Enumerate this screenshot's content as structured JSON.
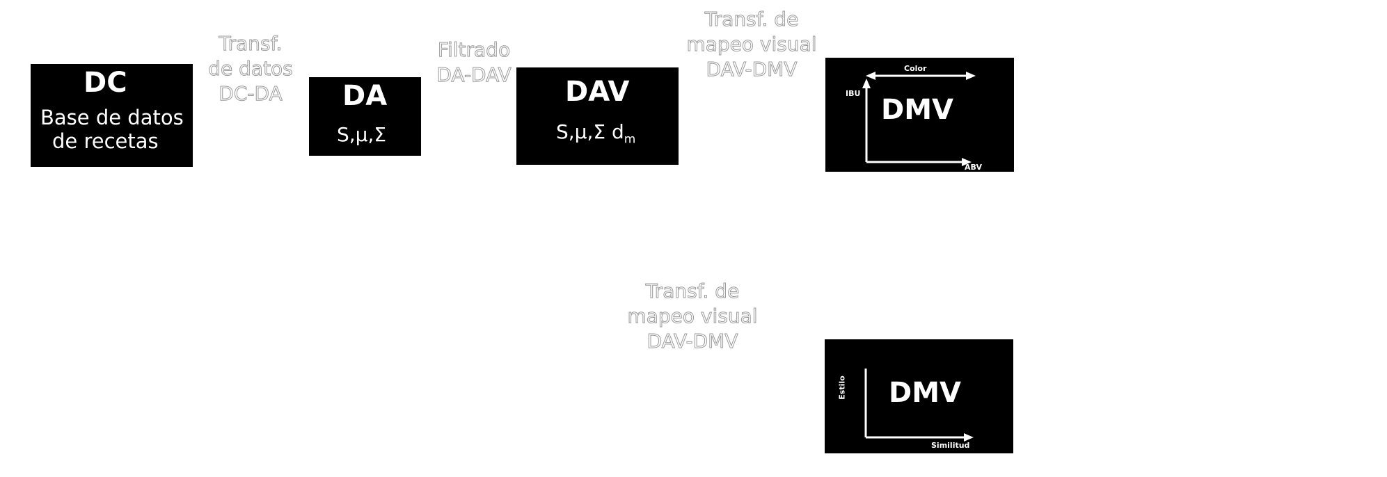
{
  "boxes": {
    "dc": {
      "title": "DC",
      "line1": "Base de datos",
      "line2": "de recetas"
    },
    "da": {
      "title": "DA",
      "sub": "S,µ,Σ"
    },
    "dav": {
      "title": "DAV",
      "sub": "S,µ,Σ d",
      "sub_index": "m"
    },
    "dmv_top": {
      "title": "DMV",
      "x_axis": "ABV",
      "y_axis": "IBU",
      "top_axis": "Color"
    },
    "dmv_bottom": {
      "title": "DMV",
      "x_axis": "Similitud",
      "y_axis": "Estilo"
    }
  },
  "transitions": {
    "dc_da": [
      "Transf.",
      "de datos",
      "DC-DA"
    ],
    "da_dav": [
      "Filtrado",
      "DA-DAV"
    ],
    "dav_dmv_top": [
      "Transf. de",
      "mapeo visual",
      "DAV-DMV"
    ],
    "dav_dmv_bottom": [
      "Transf. de",
      "mapeo visual",
      "DAV-DMV"
    ]
  }
}
